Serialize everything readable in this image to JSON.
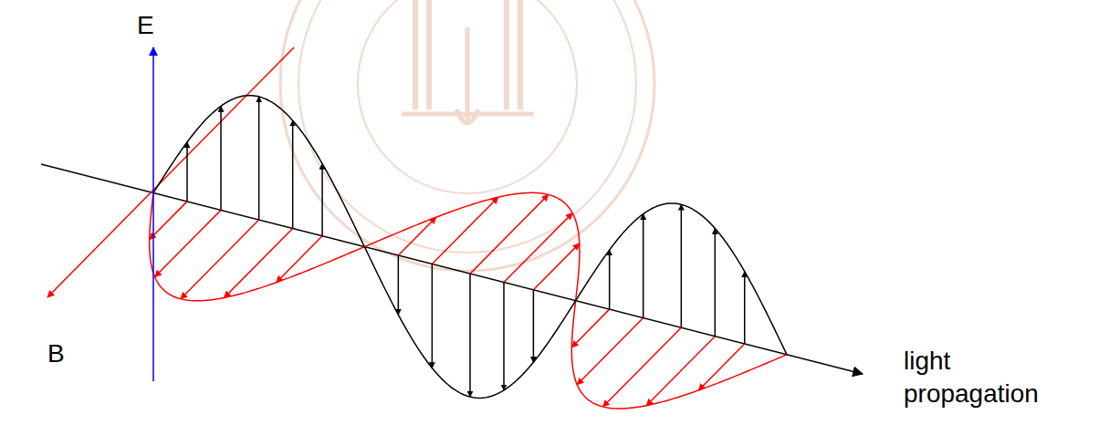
{
  "diagram": {
    "labels": [
      "E",
      "B",
      "light propagation"
    ]
  }
}
